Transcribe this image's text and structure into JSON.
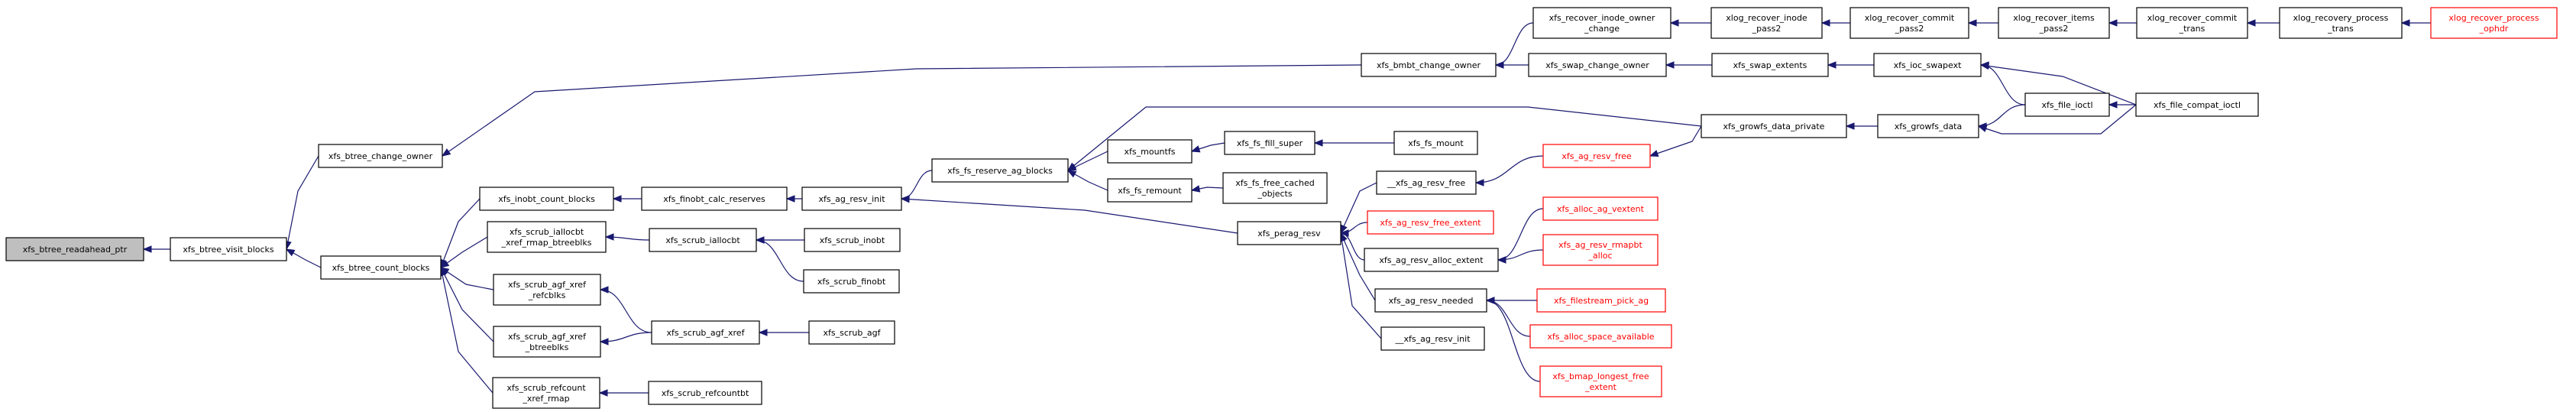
{
  "diagram": {
    "kind": "call-graph",
    "colors": {
      "edge": "#191970",
      "node_border": "#000000",
      "external_node": "#ff0000",
      "focus_fill": "#bfbfbf"
    },
    "nodes": [
      {
        "id": "readahead",
        "lines": [
          "xfs_btree_readahead_ptr"
        ],
        "style": "focus"
      },
      {
        "id": "visit_blocks",
        "lines": [
          "xfs_btree_visit_blocks"
        ]
      },
      {
        "id": "change_owner",
        "lines": [
          "xfs_btree_change_owner"
        ]
      },
      {
        "id": "count_blocks",
        "lines": [
          "xfs_btree_count_blocks"
        ]
      },
      {
        "id": "bmbt_change_owner",
        "lines": [
          "xfs_bmbt_change_owner"
        ]
      },
      {
        "id": "inobt_count",
        "lines": [
          "xfs_inobt_count_blocks"
        ]
      },
      {
        "id": "scrub_iallocbt_xref",
        "lines": [
          "xfs_scrub_iallocbt",
          "_xref_rmap_btreeblks"
        ]
      },
      {
        "id": "scrub_agf_refc",
        "lines": [
          "xfs_scrub_agf_xref",
          "_refcblks"
        ]
      },
      {
        "id": "scrub_agf_btree",
        "lines": [
          "xfs_scrub_agf_xref",
          "_btreeblks"
        ]
      },
      {
        "id": "scrub_refcount_xref",
        "lines": [
          "xfs_scrub_refcount",
          "_xref_rmap"
        ]
      },
      {
        "id": "finobt_calc",
        "lines": [
          "xfs_finobt_calc_reserves"
        ]
      },
      {
        "id": "scrub_iallocbt",
        "lines": [
          "xfs_scrub_iallocbt"
        ]
      },
      {
        "id": "scrub_agf_xref",
        "lines": [
          "xfs_scrub_agf_xref"
        ]
      },
      {
        "id": "scrub_refcountbt",
        "lines": [
          "xfs_scrub_refcountbt"
        ]
      },
      {
        "id": "ag_resv_init",
        "lines": [
          "xfs_ag_resv_init"
        ]
      },
      {
        "id": "scrub_inobt",
        "lines": [
          "xfs_scrub_inobt"
        ]
      },
      {
        "id": "scrub_finobt",
        "lines": [
          "xfs_scrub_finobt"
        ]
      },
      {
        "id": "scrub_agf",
        "lines": [
          "xfs_scrub_agf"
        ]
      },
      {
        "id": "fs_reserve",
        "lines": [
          "xfs_fs_reserve_ag_blocks"
        ]
      },
      {
        "id": "perag_resv",
        "lines": [
          "xfs_perag_resv"
        ]
      },
      {
        "id": "mountfs",
        "lines": [
          "xfs_mountfs"
        ]
      },
      {
        "id": "fs_remount",
        "lines": [
          "xfs_fs_remount"
        ]
      },
      {
        "id": "fs_fill_super",
        "lines": [
          "xfs_fs_fill_super"
        ]
      },
      {
        "id": "fs_free_cached",
        "lines": [
          "xfs_fs_free_cached",
          "_objects"
        ]
      },
      {
        "id": "fs_mount",
        "lines": [
          "xfs_fs_mount"
        ]
      },
      {
        "id": "__ag_resv_free",
        "lines": [
          "__xfs_ag_resv_free"
        ]
      },
      {
        "id": "ag_resv_free_extent",
        "lines": [
          "xfs_ag_resv_free_extent"
        ],
        "style": "external"
      },
      {
        "id": "ag_resv_alloc_extent",
        "lines": [
          "xfs_ag_resv_alloc_extent"
        ]
      },
      {
        "id": "ag_resv_needed",
        "lines": [
          "xfs_ag_resv_needed"
        ]
      },
      {
        "id": "__ag_resv_init",
        "lines": [
          "__xfs_ag_resv_init"
        ]
      },
      {
        "id": "ag_resv_free",
        "lines": [
          "xfs_ag_resv_free"
        ],
        "style": "external"
      },
      {
        "id": "alloc_ag_vextent",
        "lines": [
          "xfs_alloc_ag_vextent"
        ],
        "style": "external"
      },
      {
        "id": "ag_resv_rmapbt",
        "lines": [
          "xfs_ag_resv_rmapbt",
          "_alloc"
        ],
        "style": "external"
      },
      {
        "id": "filestream_pick",
        "lines": [
          "xfs_filestream_pick_ag"
        ],
        "style": "external"
      },
      {
        "id": "alloc_space_avail",
        "lines": [
          "xfs_alloc_space_available"
        ],
        "style": "external"
      },
      {
        "id": "bmap_longest",
        "lines": [
          "xfs_bmap_longest_free",
          "_extent"
        ],
        "style": "external"
      },
      {
        "id": "growfs_private",
        "lines": [
          "xfs_growfs_data_private"
        ]
      },
      {
        "id": "growfs_data",
        "lines": [
          "xfs_growfs_data"
        ]
      },
      {
        "id": "file_ioctl",
        "lines": [
          "xfs_file_ioctl"
        ]
      },
      {
        "id": "file_compat_ioctl",
        "lines": [
          "xfs_file_compat_ioctl"
        ]
      },
      {
        "id": "swap_change_owner",
        "lines": [
          "xfs_swap_change_owner"
        ]
      },
      {
        "id": "swap_extents",
        "lines": [
          "xfs_swap_extents"
        ]
      },
      {
        "id": "ioc_swapext",
        "lines": [
          "xfs_ioc_swapext"
        ]
      },
      {
        "id": "recover_inode_owner",
        "lines": [
          "xfs_recover_inode_owner",
          "_change"
        ]
      },
      {
        "id": "xlog_recover_inode",
        "lines": [
          "xlog_recover_inode",
          "_pass2"
        ]
      },
      {
        "id": "xlog_recover_commit",
        "lines": [
          "xlog_recover_commit",
          "_pass2"
        ]
      },
      {
        "id": "xlog_recover_items",
        "lines": [
          "xlog_recover_items",
          "_pass2"
        ]
      },
      {
        "id": "xlog_recover_commit_trans",
        "lines": [
          "xlog_recover_commit",
          "_trans"
        ]
      },
      {
        "id": "xlog_recovery_process",
        "lines": [
          "xlog_recovery_process",
          "_trans"
        ]
      },
      {
        "id": "xlog_recover_ophdr",
        "lines": [
          "xlog_recover_process",
          "_ophdr"
        ],
        "style": "external"
      }
    ],
    "edges": [
      [
        "visit_blocks",
        "readahead"
      ],
      [
        "change_owner",
        "visit_blocks"
      ],
      [
        "count_blocks",
        "visit_blocks"
      ],
      [
        "bmbt_change_owner",
        "change_owner"
      ],
      [
        "inobt_count",
        "count_blocks"
      ],
      [
        "scrub_iallocbt_xref",
        "count_blocks"
      ],
      [
        "scrub_agf_refc",
        "count_blocks"
      ],
      [
        "scrub_agf_btree",
        "count_blocks"
      ],
      [
        "scrub_refcount_xref",
        "count_blocks"
      ],
      [
        "finobt_calc",
        "inobt_count"
      ],
      [
        "scrub_iallocbt",
        "scrub_iallocbt_xref"
      ],
      [
        "scrub_agf_xref",
        "scrub_agf_refc"
      ],
      [
        "scrub_agf_xref",
        "scrub_agf_btree"
      ],
      [
        "scrub_refcountbt",
        "scrub_refcount_xref"
      ],
      [
        "ag_resv_init",
        "finobt_calc"
      ],
      [
        "scrub_inobt",
        "scrub_iallocbt"
      ],
      [
        "scrub_finobt",
        "scrub_iallocbt"
      ],
      [
        "scrub_agf",
        "scrub_agf_xref"
      ],
      [
        "fs_reserve",
        "ag_resv_init"
      ],
      [
        "perag_resv",
        "ag_resv_init"
      ],
      [
        "mountfs",
        "fs_reserve"
      ],
      [
        "fs_remount",
        "fs_reserve"
      ],
      [
        "growfs_private",
        "fs_reserve"
      ],
      [
        "fs_fill_super",
        "mountfs"
      ],
      [
        "fs_mount",
        "fs_fill_super"
      ],
      [
        "fs_free_cached",
        "fs_remount"
      ],
      [
        "__ag_resv_free",
        "perag_resv"
      ],
      [
        "ag_resv_free_extent",
        "perag_resv"
      ],
      [
        "ag_resv_alloc_extent",
        "perag_resv"
      ],
      [
        "ag_resv_needed",
        "perag_resv"
      ],
      [
        "__ag_resv_init",
        "perag_resv"
      ],
      [
        "ag_resv_free",
        "__ag_resv_free"
      ],
      [
        "growfs_private",
        "ag_resv_free"
      ],
      [
        "alloc_ag_vextent",
        "ag_resv_alloc_extent"
      ],
      [
        "ag_resv_rmapbt",
        "ag_resv_alloc_extent"
      ],
      [
        "filestream_pick",
        "ag_resv_needed"
      ],
      [
        "alloc_space_avail",
        "ag_resv_needed"
      ],
      [
        "bmap_longest",
        "ag_resv_needed"
      ],
      [
        "growfs_data",
        "growfs_private"
      ],
      [
        "file_ioctl",
        "growfs_data"
      ],
      [
        "file_compat_ioctl",
        "growfs_data"
      ],
      [
        "file_compat_ioctl",
        "file_ioctl"
      ],
      [
        "swap_change_owner",
        "bmbt_change_owner"
      ],
      [
        "swap_extents",
        "swap_change_owner"
      ],
      [
        "ioc_swapext",
        "swap_extents"
      ],
      [
        "file_ioctl",
        "ioc_swapext"
      ],
      [
        "file_compat_ioctl",
        "ioc_swapext"
      ],
      [
        "recover_inode_owner",
        "bmbt_change_owner"
      ],
      [
        "xlog_recover_inode",
        "recover_inode_owner"
      ],
      [
        "xlog_recover_commit",
        "xlog_recover_inode"
      ],
      [
        "xlog_recover_items",
        "xlog_recover_commit"
      ],
      [
        "xlog_recover_commit_trans",
        "xlog_recover_items"
      ],
      [
        "xlog_recovery_process",
        "xlog_recover_commit_trans"
      ],
      [
        "xlog_recover_ophdr",
        "xlog_recovery_process"
      ]
    ]
  }
}
